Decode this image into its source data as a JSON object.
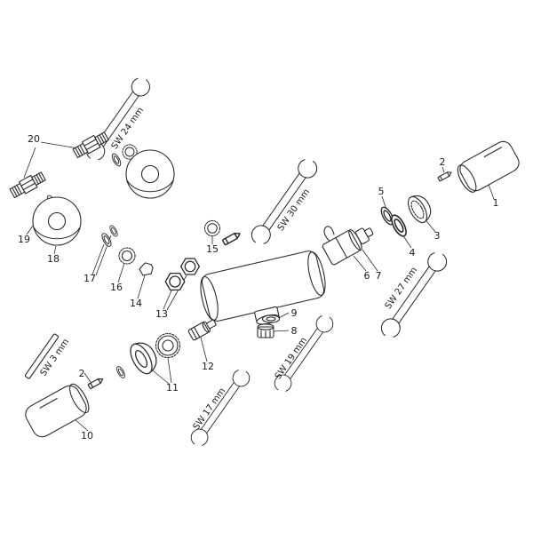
{
  "figure": {
    "type": "exploded-parts-diagram",
    "background": "#ffffff",
    "line_color": "#2a2a2a",
    "callouts": [
      {
        "id": "callout-20",
        "text": "20"
      },
      {
        "id": "callout-19",
        "text": "19"
      },
      {
        "id": "callout-18",
        "text": "18"
      },
      {
        "id": "callout-17",
        "text": "17"
      },
      {
        "id": "callout-16",
        "text": "16"
      },
      {
        "id": "callout-14",
        "text": "14"
      },
      {
        "id": "callout-13",
        "text": "13"
      },
      {
        "id": "callout-15",
        "text": "15"
      },
      {
        "id": "callout-12",
        "text": "12"
      },
      {
        "id": "callout-11",
        "text": "11"
      },
      {
        "id": "callout-2-lower",
        "text": "2"
      },
      {
        "id": "callout-10",
        "text": "10"
      },
      {
        "id": "callout-9",
        "text": "9"
      },
      {
        "id": "callout-8",
        "text": "8"
      },
      {
        "id": "callout-6",
        "text": "6"
      },
      {
        "id": "callout-7",
        "text": "7"
      },
      {
        "id": "callout-5",
        "text": "5"
      },
      {
        "id": "callout-4",
        "text": "4"
      },
      {
        "id": "callout-3",
        "text": "3"
      },
      {
        "id": "callout-2-upper",
        "text": "2"
      },
      {
        "id": "callout-1",
        "text": "1"
      }
    ],
    "tools": [
      {
        "id": "sw24",
        "label": "SW 24 mm"
      },
      {
        "id": "sw30",
        "label": "SW 30 mm"
      },
      {
        "id": "sw27",
        "label": "SW 27 mm"
      },
      {
        "id": "sw19",
        "label": "SW 19 mm"
      },
      {
        "id": "sw17",
        "label": "SW 17 mm"
      },
      {
        "id": "sw3",
        "label": "SW 3 mm"
      }
    ]
  }
}
